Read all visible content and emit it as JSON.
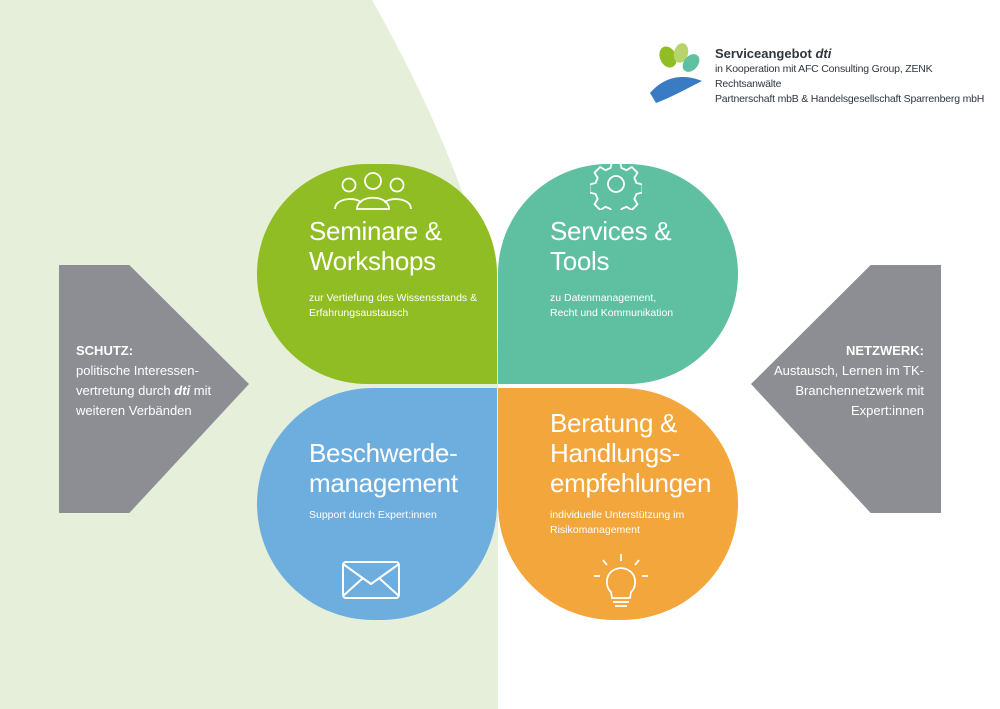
{
  "brand": {
    "title_prefix": "Serviceangebot ",
    "title_emph": "dti",
    "lines": [
      "in Kooperation mit AFC Consulting Group, ZENK Rechtsanwälte",
      "Partnerschaft mbB & Handelsgesellschaft Sparrenberg mbH"
    ]
  },
  "petals": {
    "top_left": {
      "title_lines": [
        "Seminare &",
        "Workshops"
      ],
      "sub_lines": [
        "zur Vertiefung des Wissensstands &",
        "Erfahrungsaustausch"
      ]
    },
    "top_right": {
      "title_lines": [
        "Services &",
        "Tools"
      ],
      "sub_lines": [
        "zu Datenmanagement,",
        "Recht und Kommunikation"
      ]
    },
    "bottom_left": {
      "title_lines": [
        "Beschwerde-",
        "management"
      ],
      "sub_lines": [
        "Support durch Expert:innen"
      ]
    },
    "bottom_right": {
      "title_lines": [
        "Beratung &",
        "Handlungs-",
        "empfehlungen"
      ],
      "sub_lines": [
        "individuelle Unterstützung im",
        "Risikomanagement"
      ]
    }
  },
  "left_panel": {
    "heading": "SCHUTZ:",
    "line1": "politische Interessen-",
    "line2_prefix": "vertretung durch ",
    "line2_emph": "dti",
    "line2_suffix": " mit",
    "line3": "weiteren Verbänden"
  },
  "right_panel": {
    "heading": "NETZWERK:",
    "lines": [
      "Austausch, Lernen im TK-",
      "Branchennetzwerk mit",
      "Expert:innen"
    ]
  },
  "colors": {
    "green": "#8fbd23",
    "teal": "#5fbfa1",
    "blue": "#6eaede",
    "orange": "#f3a63b",
    "gray": "#8c8e93",
    "background_tint": "#e6efda"
  },
  "icons": {
    "top_left": "people-icon",
    "top_right": "gear-icon",
    "bottom_left": "mail-icon",
    "bottom_right": "lightbulb-icon"
  }
}
